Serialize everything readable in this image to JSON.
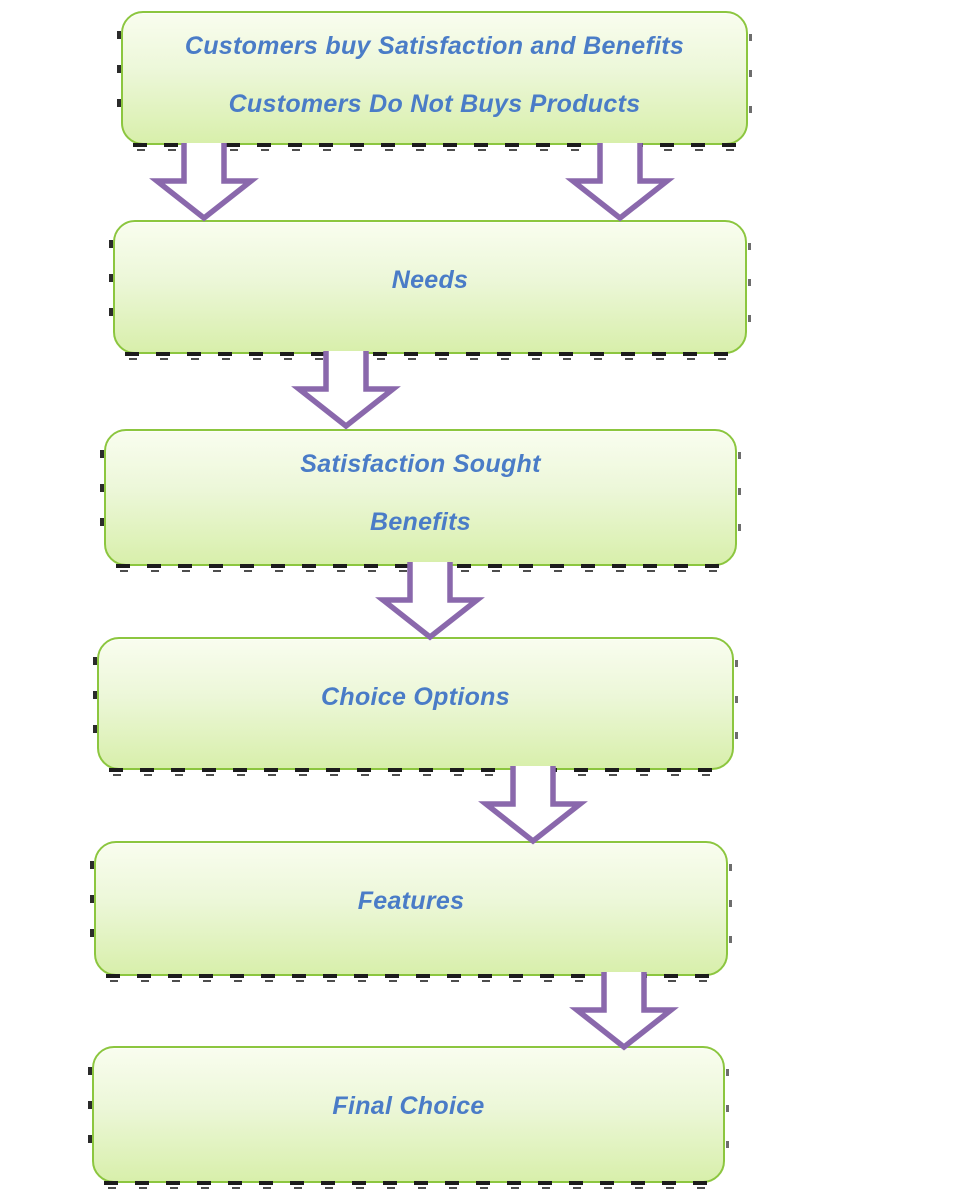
{
  "colors": {
    "box-border": "#8cc63f",
    "box-fill-top": "#f9fdef",
    "box-fill-mid": "#ecf7d8",
    "box-fill-bottom": "#d8efab",
    "arrow-stroke": "#8a68ac",
    "arrow-fill": "#ffffff",
    "text-blue": "#4a7cc7",
    "shadow-dash": "#1c1c1c"
  },
  "flow": {
    "boxes": [
      {
        "id": "premise",
        "lines": [
          "Customers buy Satisfaction and Benefits",
          "Customers Do Not Buys Products"
        ]
      },
      {
        "id": "needs",
        "lines": [
          "Needs"
        ]
      },
      {
        "id": "satisfaction",
        "lines": [
          "Satisfaction Sought",
          "Benefits"
        ]
      },
      {
        "id": "choice-options",
        "lines": [
          "Choice Options"
        ]
      },
      {
        "id": "features",
        "lines": [
          "Features"
        ]
      },
      {
        "id": "final-choice",
        "lines": [
          "Final Choice"
        ]
      }
    ]
  }
}
